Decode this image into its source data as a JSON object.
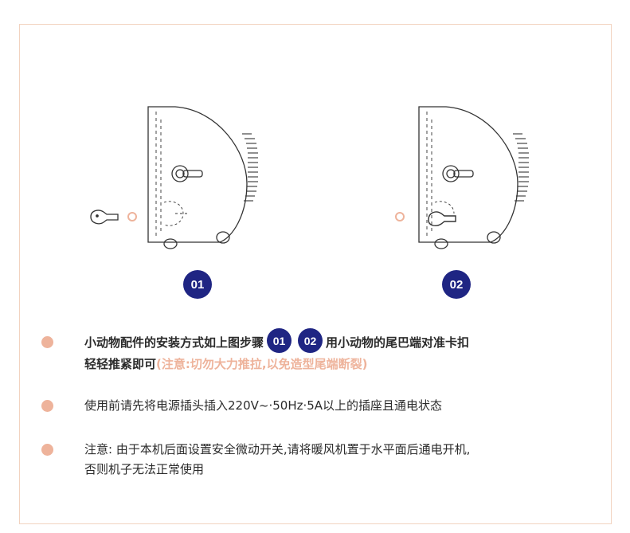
{
  "steps": {
    "step1_label": "01",
    "step2_label": "02"
  },
  "instructions": [
    {
      "line1_prefix": "小动物配件的安装方式如上图步骤",
      "badge1": "01",
      "badge2": "02",
      "line1_suffix": "用小动物的尾巴端对准卡扣",
      "line2": "轻轻推紧即可",
      "warning": "(注意:切勿大力推拉,以免造型尾端断裂)"
    },
    {
      "text": "使用前请先将电源插头插入220V~·50Hz·5A以上的插座且通电状态"
    },
    {
      "line1": "注意: 由于本机后面设置安全微动开关,请将暖风机置于水平面后通电开机,",
      "line2": "否则机子无法正常使用"
    }
  ],
  "colors": {
    "accent_navy": "#1f2583",
    "bullet_peach": "#eeb39b",
    "border": "#f2d3c0"
  }
}
